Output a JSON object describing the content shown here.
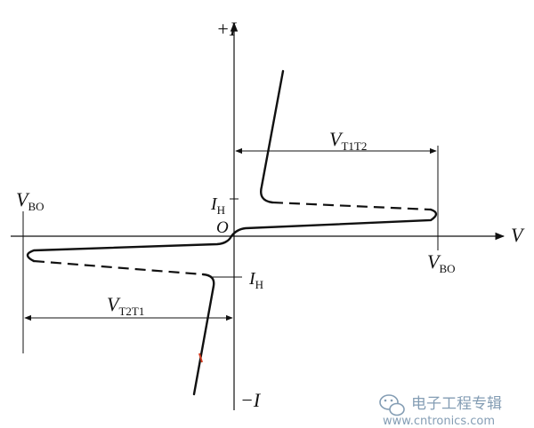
{
  "diagram": {
    "axes": {
      "y_positive_label": "+I",
      "y_negative_label": "−I",
      "x_label": "V",
      "origin_label": "O"
    },
    "labels": {
      "v_t1t2": {
        "main": "V",
        "sub": "T1T2"
      },
      "v_t2t1": {
        "main": "V",
        "sub": "T2T1"
      },
      "vbo_right": {
        "main": "V",
        "sub": "BO"
      },
      "vbo_left": {
        "main": "V",
        "sub": "BO"
      },
      "ih_upper": {
        "main": "I",
        "sub": "H"
      },
      "ih_lower": {
        "main": "I",
        "sub": "H"
      }
    },
    "colors": {
      "ink": "#111111",
      "mark": "#d23a1e"
    }
  },
  "watermark": {
    "icon": "wechat-icon",
    "text": "电子工程专辑",
    "url": "www.cntronics.com",
    "color": "#6f8da8"
  }
}
